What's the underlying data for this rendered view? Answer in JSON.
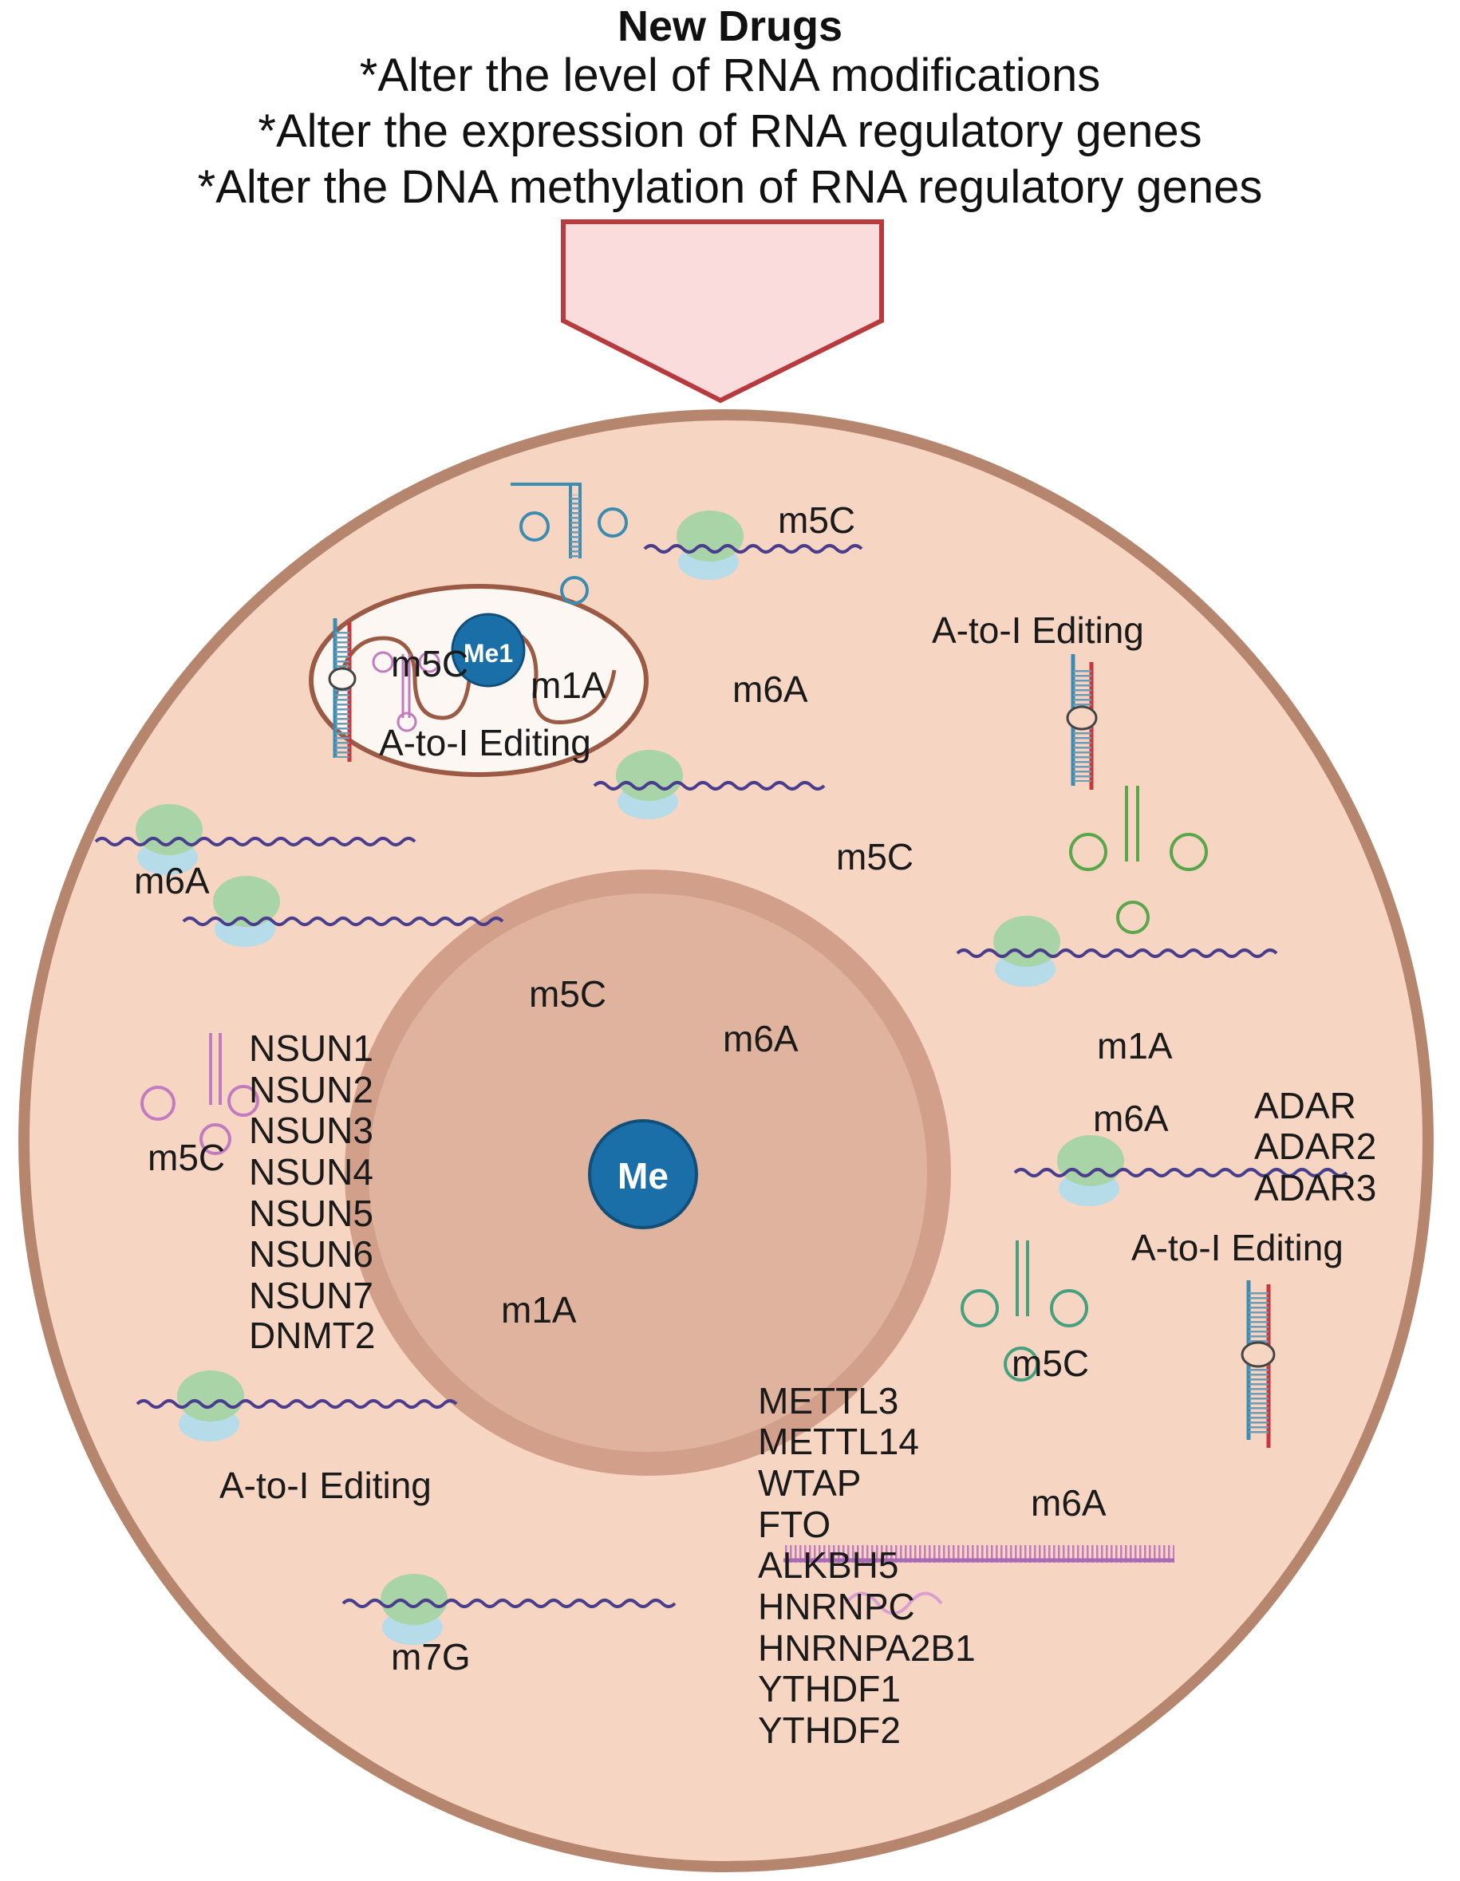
{
  "header": {
    "title": "New Drugs",
    "bullets": [
      "*Alter the level of RNA modifications",
      "*Alter the expression of RNA regulatory genes",
      "*Alter the DNA methylation of RNA regulatory genes"
    ]
  },
  "colors": {
    "cytoplasm": "#f7d5c3",
    "cell_membrane": "#b5866d",
    "nucleus": "#dfb39e",
    "nuclear_envelope": "#d2a08a",
    "arrow_fill": "#fadcdc",
    "arrow_stroke": "#b73a3e",
    "methyl_badge": "#1b6fa8",
    "ribosome_large": "#a8d4a8",
    "ribosome_small": "#b5dce8",
    "mrna": "#4a3e8c"
  },
  "badges": {
    "nucleus_methyl": "Me",
    "mito_methyl": "Me1"
  },
  "labels": {
    "m5c_top": "m5C",
    "mito_m5c": "m5C",
    "mito_m1a": "m1A",
    "mito_editing": "A-to-I Editing",
    "editing_upper_right": "A-to-I Editing",
    "m6a_upper": "m6A",
    "m6a_left": "m6A",
    "m5c_center_right": "m5C",
    "nuc_m5c": "m5C",
    "nuc_m6a": "m6A",
    "nuc_m1a": "m1A",
    "m5c_left_trna": "m5C",
    "m1a_right": "m1A",
    "m6a_right": "m6A",
    "editing_right": "A-to-I Editing",
    "m5c_lower_right": "m5C",
    "editing_lower_left": "A-to-I Editing",
    "m6a_lower_right": "m6A",
    "m7g": "m7G"
  },
  "gene_groups": {
    "nsun": [
      "NSUN1",
      "NSUN2",
      "NSUN3",
      "NSUN4",
      "NSUN5",
      "NSUN6",
      "NSUN7",
      "DNMT2"
    ],
    "adar": [
      "ADAR",
      "ADAR2",
      "ADAR3"
    ],
    "m6a": [
      "METTL3",
      "METTL14",
      "WTAP",
      "FTO",
      "ALKBH5",
      "HNRNPC",
      "HNRNPA2B1",
      "YTHDF1",
      "YTHDF2"
    ]
  }
}
